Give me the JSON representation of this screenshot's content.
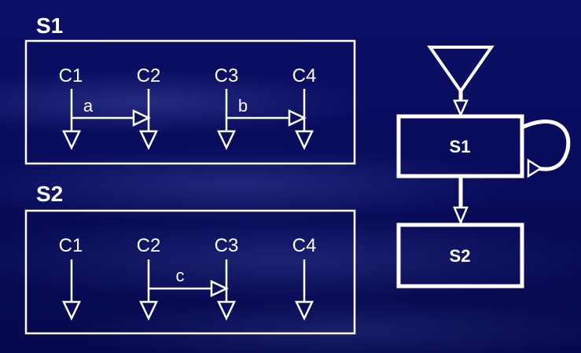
{
  "panel_s1": {
    "title": "S1",
    "columns": [
      "C1",
      "C2",
      "C3",
      "C4"
    ],
    "edges": [
      {
        "from": "C1",
        "to": "C2",
        "label": "a"
      },
      {
        "from": "C3",
        "to": "C4",
        "label": "b"
      }
    ]
  },
  "panel_s2": {
    "title": "S2",
    "columns": [
      "C1",
      "C2",
      "C3",
      "C4"
    ],
    "edges": [
      {
        "from": "C2",
        "to": "C3",
        "label": "c"
      }
    ]
  },
  "state_diagram": {
    "states": [
      "S1",
      "S2"
    ],
    "initial": "S1",
    "transitions": [
      {
        "from": "S1",
        "to": "S1"
      },
      {
        "from": "S1",
        "to": "S2"
      }
    ]
  },
  "colors": {
    "background": "#080b5a",
    "foreground": "#ffffff"
  }
}
